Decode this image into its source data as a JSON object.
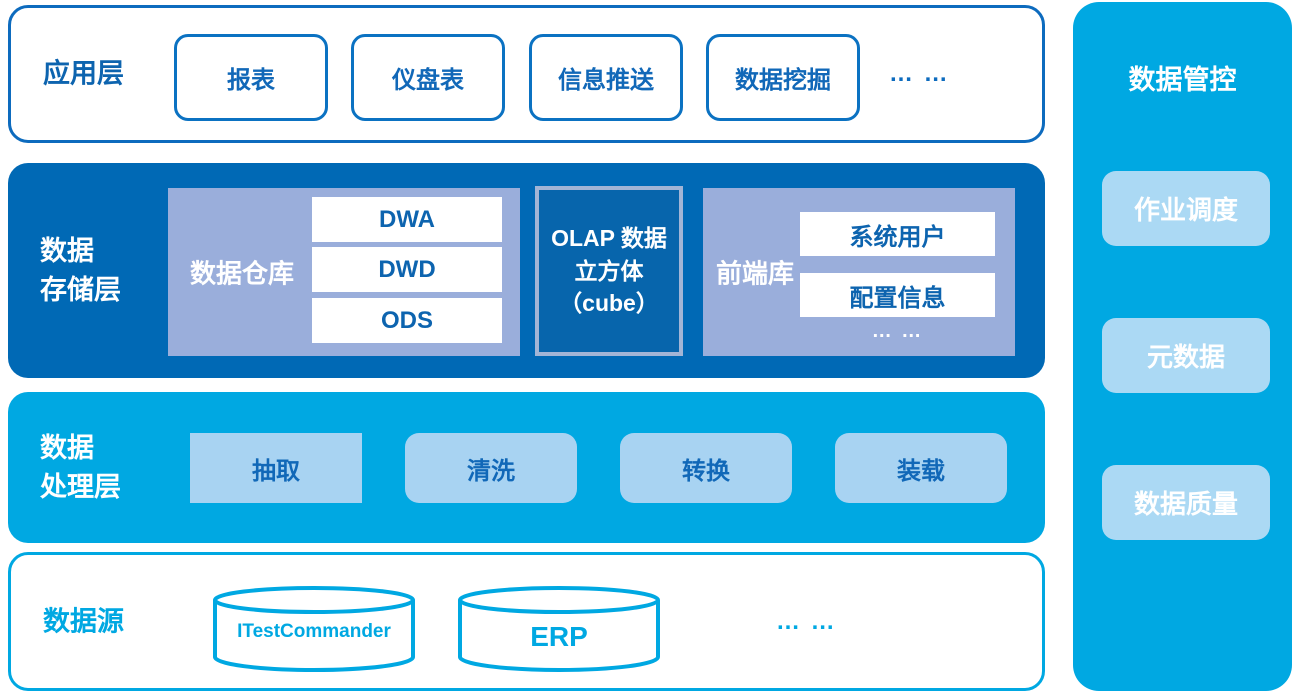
{
  "colors": {
    "app_border": "#0D6BBE",
    "button_border": "#0B72C2",
    "button_text": "#1168B8",
    "storage_bg": "#0069B5",
    "group_bg": "#9AAEDB",
    "olap_bg": "#0765AC",
    "olap_border": "#A2B5D6",
    "inner_text_blue": "#0D64AF",
    "cyan": "#00A8E2",
    "proc_box_bg": "#A8D3F2",
    "sidebar_box_bg": "#ABD9F4"
  },
  "layers": {
    "application": {
      "label": "应用层",
      "items": [
        "报表",
        "仪盘表",
        "信息推送",
        "数据挖掘"
      ],
      "more": "… …"
    },
    "storage": {
      "label_line1": "数据",
      "label_line2": "存储层",
      "warehouse": {
        "label": "数据仓库",
        "items": [
          "DWA",
          "DWD",
          "ODS"
        ]
      },
      "olap": {
        "line1": "OLAP 数据",
        "line2": "立方体",
        "line3": "（cube）"
      },
      "front_db": {
        "label": "前端库",
        "items": [
          "系统用户",
          "配置信息"
        ],
        "more": "… …"
      }
    },
    "processing": {
      "label_line1": "数据",
      "label_line2": "处理层",
      "items": [
        "抽取",
        "清洗",
        "转换",
        "装载"
      ]
    },
    "source": {
      "label": "数据源",
      "databases": [
        "ITestCommander",
        "ERP"
      ],
      "more": "… …"
    }
  },
  "sidebar": {
    "title": "数据管控",
    "items": [
      "作业调度",
      "元数据",
      "数据质量"
    ]
  }
}
